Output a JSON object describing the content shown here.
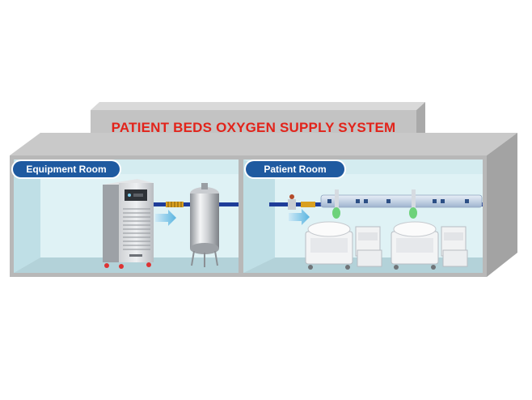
{
  "title": "PATIENT BEDS OXYGEN SUPPLY SYSTEM",
  "rooms": {
    "equipment_room": "Equipment Room",
    "patient_room": "Patient Room"
  },
  "colors": {
    "title_red": "#e2231a",
    "label_blue": "#1f5aa0",
    "pipe_blue": "#1e3d99",
    "room_cyan": "#d4ecf0",
    "frame_grey": "#bfbfbf"
  },
  "icons": [
    "oxygen-generator-icon",
    "storage-tank-icon",
    "flow-arrow-icon",
    "hospital-bed-icon",
    "bedside-cabinet-icon",
    "valve-icon",
    "bed-head-unit-icon"
  ]
}
